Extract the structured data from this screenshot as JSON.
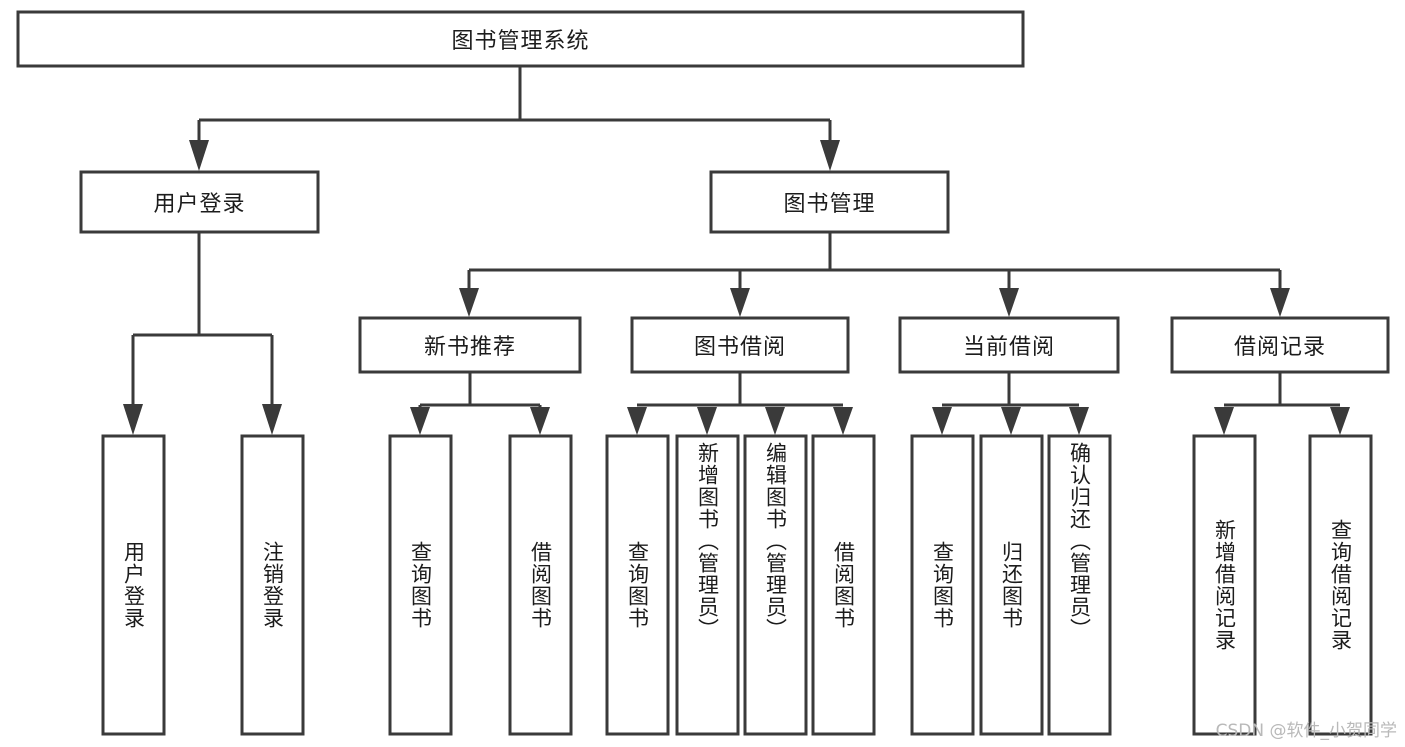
{
  "diagram": {
    "type": "tree",
    "orientation": "top-down",
    "title": "图书管理系统",
    "watermark": "CSDN @软件_小贺同学",
    "colors": {
      "box_stroke": "#3a3a3a",
      "box_fill": "#ffffff",
      "connector": "#3a3a3a",
      "text": "#1c1c1c",
      "background": "#ffffff",
      "watermark": "#b9b9b9"
    },
    "levels": {
      "root": {
        "label": "图书管理系统"
      },
      "level2": [
        {
          "id": "user-login",
          "label": "用户登录"
        },
        {
          "id": "book-manage",
          "label": "图书管理"
        }
      ],
      "level3": [
        {
          "id": "new-book-recommend",
          "label": "新书推荐",
          "parent": "book-manage"
        },
        {
          "id": "book-borrow",
          "label": "图书借阅",
          "parent": "book-manage"
        },
        {
          "id": "current-borrow",
          "label": "当前借阅",
          "parent": "book-manage"
        },
        {
          "id": "borrow-record",
          "label": "借阅记录",
          "parent": "book-manage"
        }
      ],
      "leaves": {
        "user-login": [
          {
            "id": "leaf-user-login",
            "label": "用户登录"
          },
          {
            "id": "leaf-user-logout",
            "label": "注销登录"
          }
        ],
        "new-book-recommend": [
          {
            "id": "leaf-query-book-1",
            "label": "查询图书"
          },
          {
            "id": "leaf-borrow-book-1",
            "label": "借阅图书"
          }
        ],
        "book-borrow": [
          {
            "id": "leaf-query-book-2",
            "label": "查询图书"
          },
          {
            "id": "leaf-add-book",
            "label": "新增图书（管理员）"
          },
          {
            "id": "leaf-edit-book",
            "label": "编辑图书（管理员）"
          },
          {
            "id": "leaf-borrow-book-2",
            "label": "借阅图书"
          }
        ],
        "current-borrow": [
          {
            "id": "leaf-query-book-3",
            "label": "查询图书"
          },
          {
            "id": "leaf-return-book",
            "label": "归还图书"
          },
          {
            "id": "leaf-confirm-return",
            "label": "确认归还（管理员）"
          }
        ],
        "borrow-record": [
          {
            "id": "leaf-add-record",
            "label": "新增借阅记录"
          },
          {
            "id": "leaf-query-record",
            "label": "查询借阅记录"
          }
        ]
      }
    }
  }
}
